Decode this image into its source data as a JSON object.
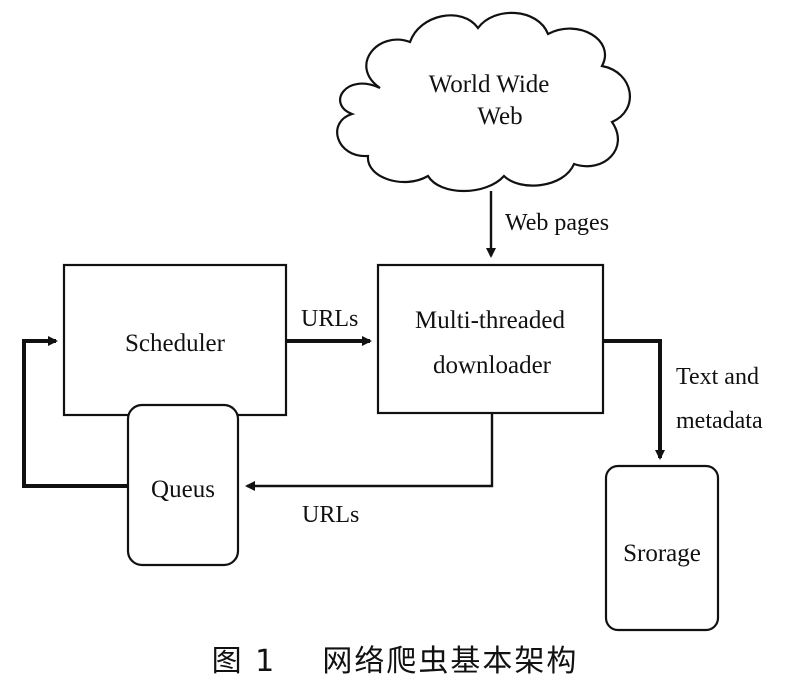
{
  "nodes": {
    "cloud_line1": "World Wide",
    "cloud_line2": "Web",
    "scheduler": "Scheduler",
    "downloader_line1": "Multi-threaded",
    "downloader_line2": "downloader",
    "queues": "Queus",
    "storage": "Srorage"
  },
  "edges": {
    "web_pages": "Web pages",
    "urls_top": "URLs",
    "urls_bottom": "URLs",
    "text_meta_line1": "Text and",
    "text_meta_line2": "metadata"
  },
  "caption": {
    "figure_label": "图 1",
    "title": "网络爬虫基本架构"
  }
}
